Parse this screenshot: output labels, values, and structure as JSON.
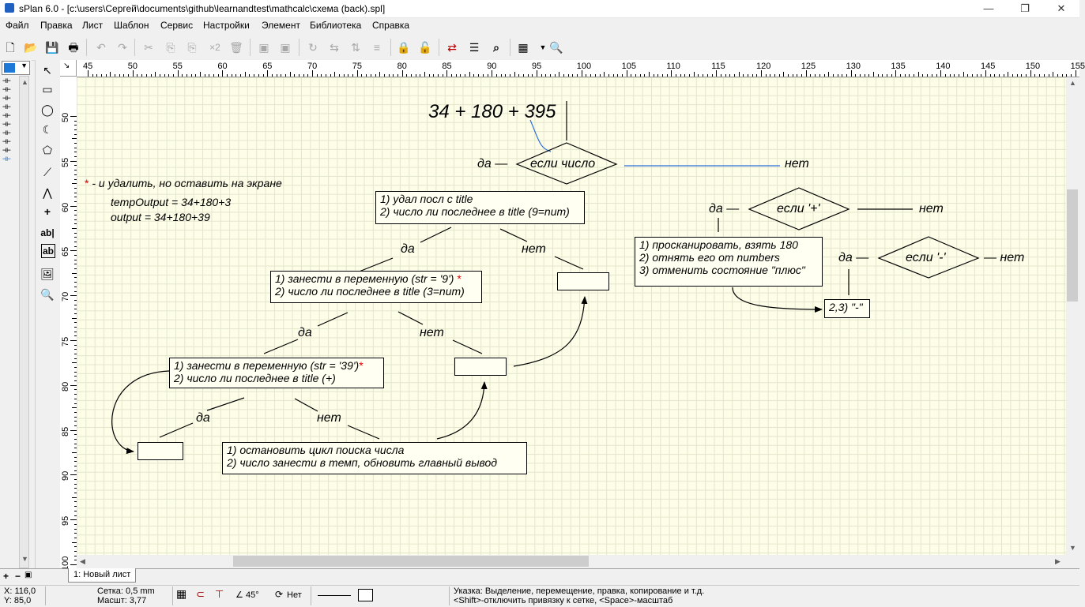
{
  "window": {
    "title": "sPlan 6.0 - [c:\\users\\Сергей\\documents\\github\\learnandtest\\mathcalc\\схема (back).spl]",
    "minimize": "—",
    "maximize": "❐",
    "close": "✕"
  },
  "menu": [
    "Файл",
    "Правка",
    "Лист",
    "Шаблон",
    "Сервис",
    "Настройки",
    "Элемент",
    "Библиотека",
    "Справка"
  ],
  "toolbar": {
    "new": "🗋",
    "open": "📂",
    "save": "💾",
    "print": "🖶",
    "undo": "↶",
    "redo": "↷",
    "cut": "✂",
    "copy": "⎘",
    "duplicate": "×2",
    "delete": "🗑",
    "tofront": "▣",
    "toback": "▣",
    "rotate": "↻",
    "mirror_h": "⇆",
    "mirror_v": "⇅",
    "align": "≡",
    "lock": "🔒",
    "unlock": "🔓",
    "pin": "⇄",
    "list": "☰",
    "find": "⌕",
    "grid": "▦",
    "zoom": "🔍"
  },
  "tools": [
    "↖",
    "▭",
    "◯",
    "☾",
    "⬠",
    "⟋",
    "⋀",
    "+",
    "ab|",
    "ab",
    "🖼",
    "🔍"
  ],
  "library_symbols": [
    "⊣⊢",
    "⊣⊢",
    "⊣⊢",
    "⊣⊢",
    "⊣⊢",
    "⊣⊢",
    "⊣⊢",
    "⊣⊢",
    "⊣⊢",
    "⊣⊢",
    "⊣⊢"
  ],
  "ruler": {
    "h": [
      "45",
      "50",
      "55",
      "60",
      "65",
      "70",
      "75",
      "80",
      "85",
      "90",
      "95",
      "100",
      "105",
      "110",
      "115",
      "120",
      "125",
      "130",
      "135",
      "140",
      "145",
      "150",
      "155"
    ],
    "v": [
      "50",
      "55",
      "60",
      "65",
      "70",
      "75",
      "80",
      "85",
      "90",
      "95",
      "100"
    ]
  },
  "diagram": {
    "expression": "34  +  180  + 395",
    "note_star": "*",
    "note_text": " - и удалить, но оставить на экране",
    "temp_output": "tempOutput = 34+180+3",
    "output": "output = 34+180+39",
    "cond1": "если число",
    "cond1_yes": "да —",
    "cond1_no": "нет",
    "box1": [
      "1) удал посл с title",
      "2) число ли последнее в title (9=num)"
    ],
    "b1_yes": "да",
    "b1_no": "нет",
    "box2": [
      "1) занести в переменную (str = '9')",
      "2) число ли последнее в title (3=num)"
    ],
    "b2_yes": "да",
    "b2_no": "нет",
    "box3": [
      "1) занести в переменную (str = '39')",
      "2) число ли последнее в title (+)"
    ],
    "b3_yes": "да",
    "b3_no": "нет",
    "box4": [
      "1) остановить цикл поиска числа",
      "2) число занести в темп, обновить главный вывод"
    ],
    "cond2": "если '+'",
    "cond2_yes": "да —",
    "cond2_no": "нет",
    "box5": [
      "1) просканировать, взять 180",
      "2) отнять его от numbers",
      "3) отменить состояние \"плюс\""
    ],
    "cond3": "если '-'",
    "cond3_yes": "да —",
    "cond3_no": "— нет",
    "box6": "2,3) \"-\""
  },
  "tabs": [
    "1: Новый лист"
  ],
  "status": {
    "x": "X: 116,0",
    "y": "Y: 85,0",
    "grid": "Сетка:  0,5 mm",
    "scale": "Масшт:  3,77",
    "angle": "45°",
    "rotate_label": "Нет",
    "hint1": "Указка: Выделение, перемещение, правка, копирование и т.д.",
    "hint2": "<Shift>-отключить привязку к сетке, <Space>-масштаб"
  }
}
